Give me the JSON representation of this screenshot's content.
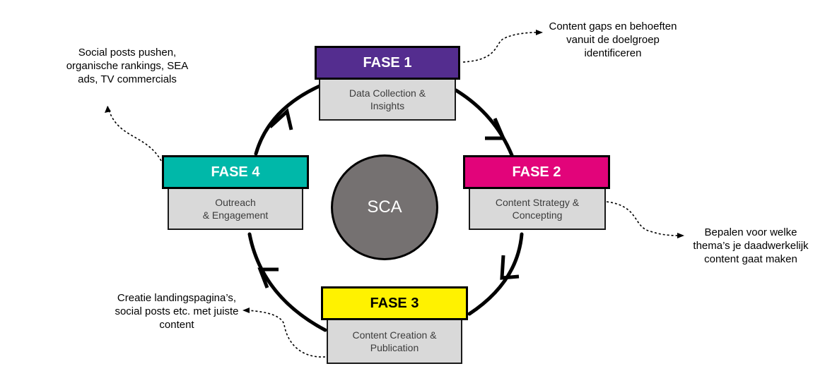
{
  "center": {
    "label": "SCA"
  },
  "phases": [
    {
      "title": "FASE 1",
      "subtitle": "Data Collection &\nInsights",
      "color": "#542d8f",
      "text_color": "#ffffff"
    },
    {
      "title": "FASE 2",
      "subtitle": "Content Strategy &\nConcepting",
      "color": "#e2047a",
      "text_color": "#ffffff"
    },
    {
      "title": "FASE 3",
      "subtitle": "Content Creation &\nPublication",
      "color": "#fff200",
      "text_color": "#000000"
    },
    {
      "title": "FASE 4",
      "subtitle": "Outreach\n& Engagement",
      "color": "#00b8a9",
      "text_color": "#ffffff"
    }
  ],
  "annotations": {
    "fase1": "Content gaps en behoeften\nvanuit de doelgroep\nidentificeren",
    "fase2": "Bepalen voor welke\nthema’s je daadwerkelijk\ncontent gaat maken",
    "fase3": "Creatie landingspagina’s,\nsocial posts etc. met juiste\ncontent",
    "fase4": "Social posts pushen,\norganische rankings, SEA\nads, TV commercials"
  }
}
